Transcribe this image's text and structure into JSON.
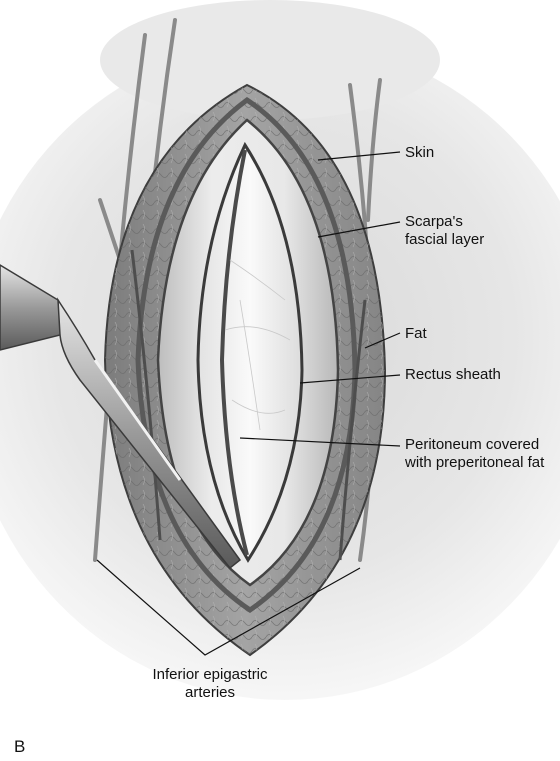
{
  "figure": {
    "panel_letter": "B",
    "labels": {
      "skin": "Skin",
      "scarpa_line1": "Scarpa's",
      "scarpa_line2": "fascial layer",
      "fat": "Fat",
      "rectus": "Rectus sheath",
      "peritoneum_line1": "Peritoneum covered",
      "peritoneum_line2": "with preperitoneal fat",
      "epigastric_line1": "Inferior epigastric",
      "epigastric_line2": "arteries"
    }
  },
  "colors": {
    "skin_shadow": "#9a9a9a",
    "incision_edge": "#555555",
    "fat_tissue": "#8f8f8f",
    "fascia": "#6e6e6e",
    "rectus_sheath": "#d8d8d8",
    "peritoneum": "#f4f4f4",
    "instrument": "#777777"
  }
}
